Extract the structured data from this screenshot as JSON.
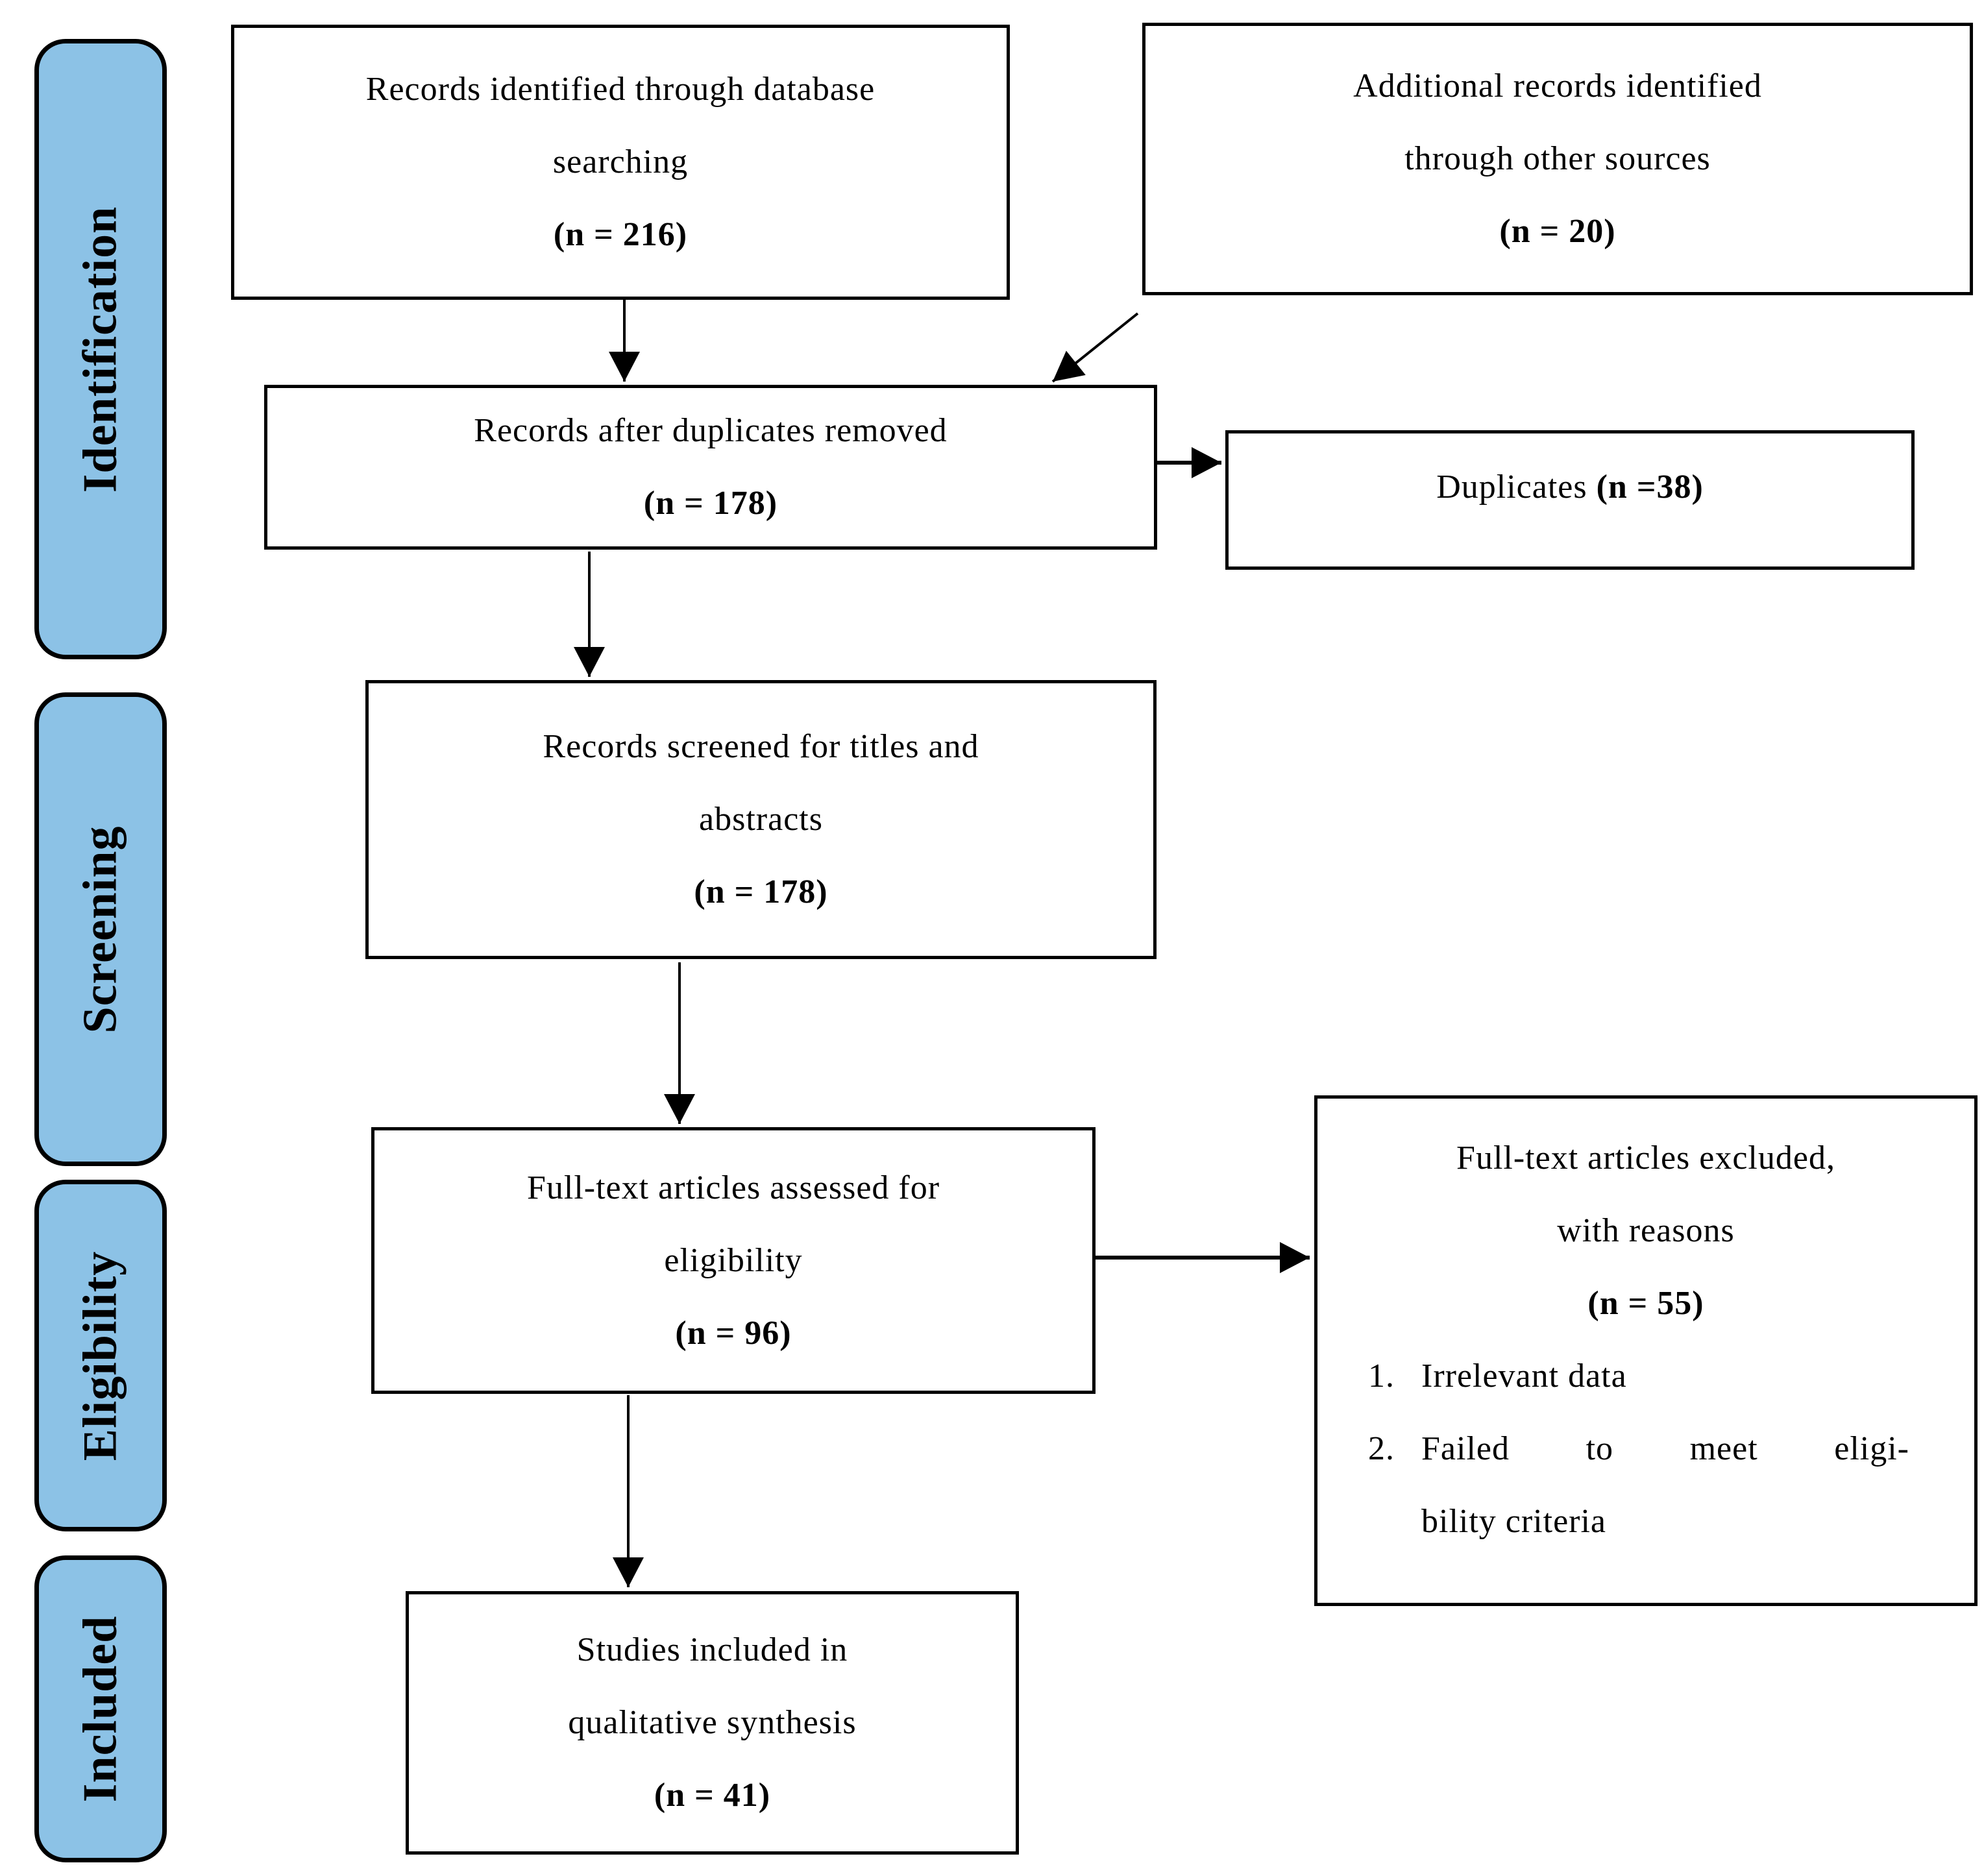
{
  "diagram_title": "PRISMA flow diagram",
  "colors": {
    "stage_fill": "#8cc2e6",
    "border": "#000000",
    "background": "#ffffff",
    "text": "#000000"
  },
  "sidebar": {
    "identification": "Identification",
    "screening": "Screening",
    "eligibility": "Eligibility",
    "included": "Included"
  },
  "boxes": {
    "db_search": {
      "line1": "Records identified through database",
      "line2": "searching",
      "count": "(n = 216)"
    },
    "other_sources": {
      "line1": "Additional records identified",
      "line2": "through other sources",
      "count": "(n = 20)"
    },
    "after_duplicates": {
      "line1": "Records after duplicates removed",
      "count": "(n = 178)"
    },
    "duplicates": {
      "label": "Duplicates",
      "count": "(n =38)"
    },
    "screened": {
      "line1": "Records screened for titles and",
      "line2": "abstracts",
      "count": "(n = 178)"
    },
    "fulltext_assessed": {
      "line1": "Full-text articles assessed for",
      "line2": "eligibility",
      "count": "(n = 96)"
    },
    "fulltext_excluded": {
      "line1": "Full-text articles excluded,",
      "line2": "with reasons",
      "count": "(n = 55)",
      "item1_num": "1.",
      "item1_text": "Irrelevant data",
      "item2_num": "2.",
      "item2_line1": "Failed to meet eligi-",
      "item2_line2": "bility criteria"
    },
    "qualitative_synthesis": {
      "line1": "Studies included in",
      "line2": "qualitative synthesis",
      "count": "(n = 41)"
    }
  }
}
